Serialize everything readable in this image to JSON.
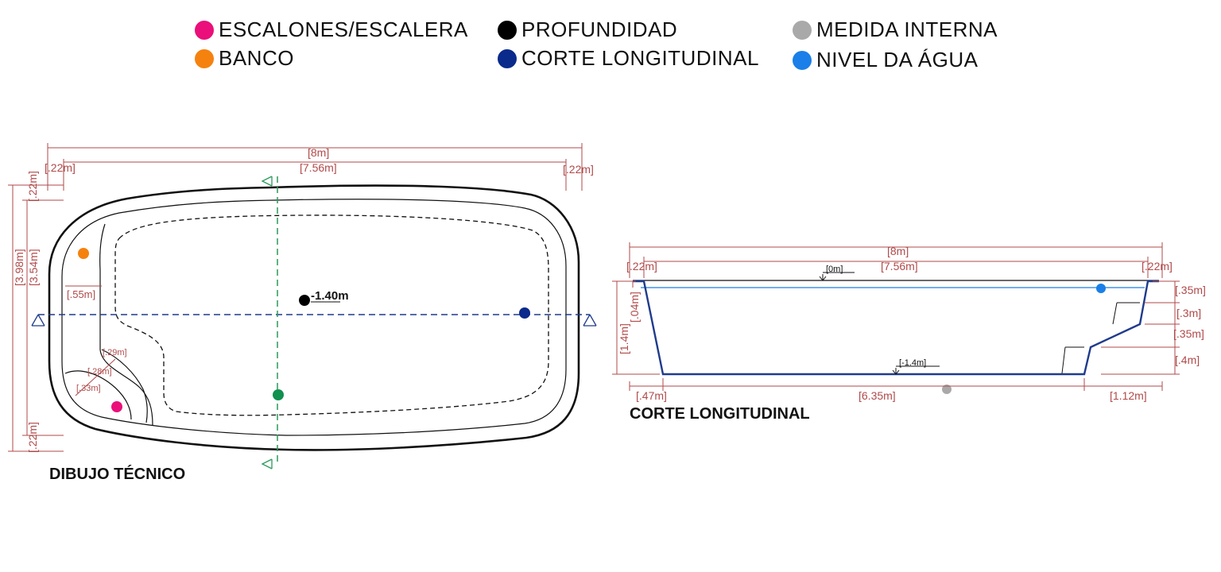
{
  "legend": {
    "items": [
      {
        "label": "ESCALONES/ESCALERA",
        "color": "#ea0f7a"
      },
      {
        "label": "BANCO",
        "color": "#f5820f"
      },
      {
        "label": "PROFUNDIDAD",
        "color": "#000000"
      },
      {
        "label": "CORTE LONGITUDINAL",
        "color": "#0a2a8c"
      },
      {
        "label": "MEDIDA INTERNA",
        "color": "#a9a9a9"
      },
      {
        "label": "NIVEL DA ÁGUA",
        "color": "#1a7fe8"
      }
    ]
  },
  "plan": {
    "caption": "DIBUJO TÉCNICO",
    "depth_label": "-1.40m",
    "dims": {
      "total_length": "[8m]",
      "inner_length": "[7.56m]",
      "rim_left": "[.22m]",
      "rim_right": "[.22m]",
      "rim_top": "[.22m]",
      "rim_bottom": "[.22m]",
      "total_width": "[3.98m]",
      "inner_width": "[3.54m]",
      "bench_width": "[.55m]",
      "step1": "[.29m]",
      "step2": "[.28m]",
      "step3": "[.33m]"
    }
  },
  "section": {
    "caption": "CORTE LONGITUDINAL",
    "dims": {
      "total_length": "[8m]",
      "inner_length": "[7.56m]",
      "rim_left": "[.22m]",
      "rim_right": "[.22m]",
      "water_level_ref": "[0m]",
      "floor_level_ref": "[-1.4m]",
      "depth": "[1.4m]",
      "freeboard": "[.04m]",
      "bottom_left": "[.47m]",
      "bottom_mid": "[6.35m]",
      "bottom_right": "[1.12m]",
      "step_a": "[.35m]",
      "step_b": "[.3m]",
      "step_c": "[.35m]",
      "step_d": "[.4m]"
    }
  }
}
